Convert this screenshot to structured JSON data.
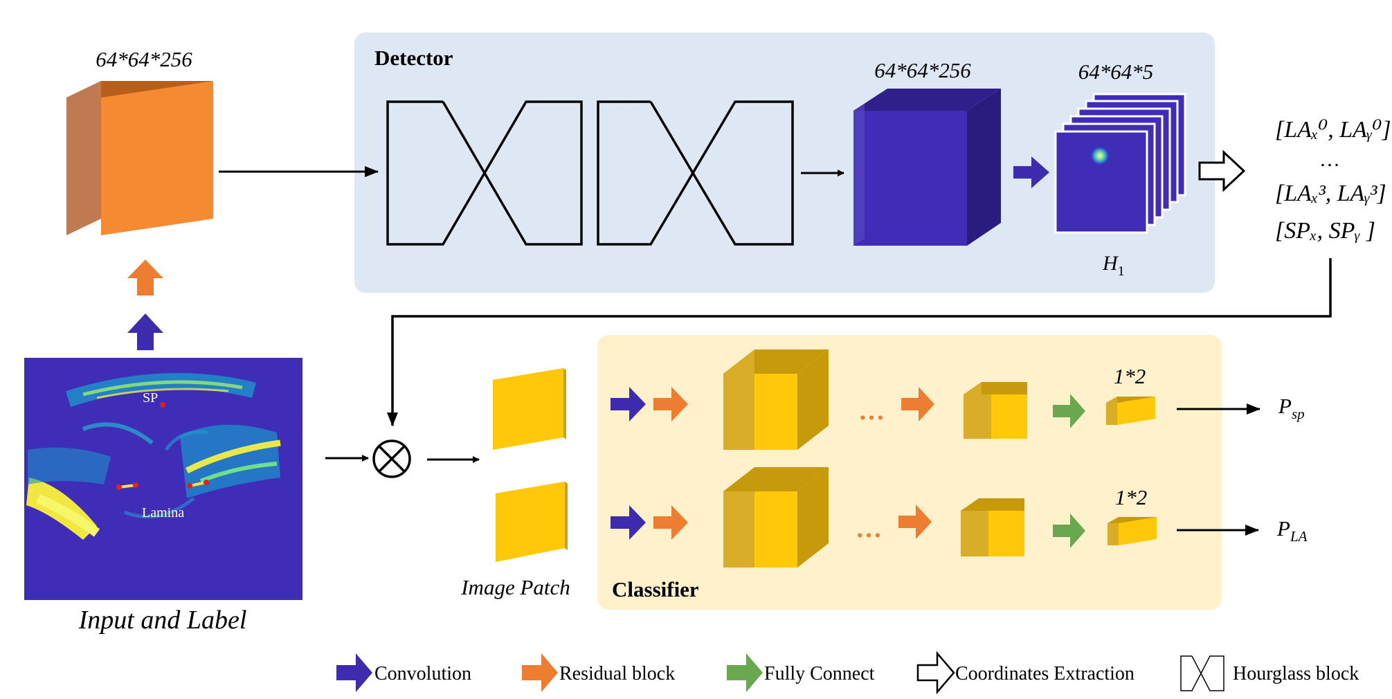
{
  "colors": {
    "conv": "#3d2bb0",
    "residual": "#ed7d31",
    "fc": "#6aa84f",
    "orange_cube": "#f58a32",
    "blue_cube": "#3f2db8",
    "yellow_cube": "#ffc90a",
    "detector_bg": "#dde8f4",
    "classifier_bg": "#fef1cc"
  },
  "input": {
    "dims_label": "64*64*256",
    "caption": "Input and Label",
    "sp_label": "SP",
    "lamina_label": "Lamina"
  },
  "detector": {
    "title": "Detector",
    "feature_dims": "64*64*256",
    "heatmap_dims": "64*64*5",
    "heatmap_label": "H",
    "heatmap_sub": "1"
  },
  "coords": {
    "row1": "[LAₓ⁰, LAᵧ⁰]",
    "ellipsis": "…",
    "row2": "[LAₓ³, LAᵧ³]",
    "row3": "[SPₓ, SPᵧ ]"
  },
  "fusion": {
    "symbol": "⊗"
  },
  "classifier": {
    "title": "Classifier",
    "patch_caption": "Image Patch",
    "out_dims_top": "1*2",
    "out_dims_bottom": "1*2",
    "dots": "…",
    "out_top": "P",
    "out_top_sub": "sp",
    "out_bottom": "P",
    "out_bottom_sub": "LA"
  },
  "legend": {
    "convolution": "Convolution",
    "residual": "Residual block",
    "fully_connect": "Fully Connect",
    "coordinates": "Coordinates Extraction",
    "hourglass": "Hourglass block"
  }
}
